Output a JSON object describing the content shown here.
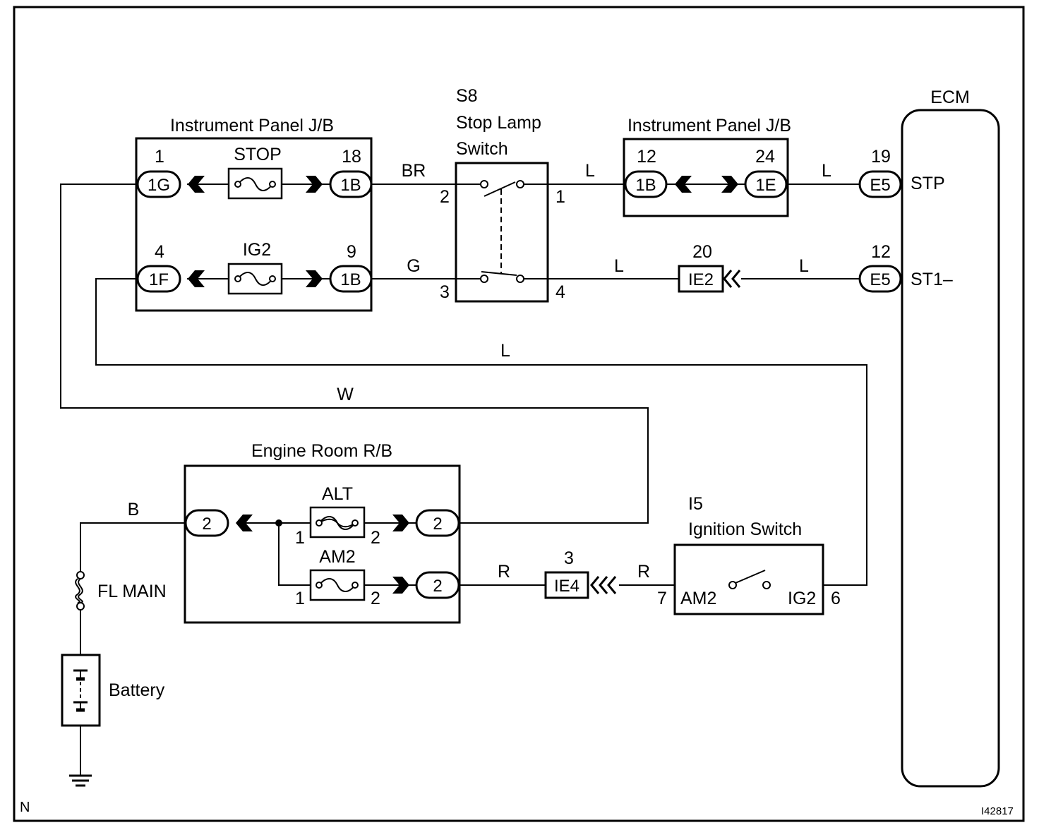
{
  "diagram": {
    "id_corner": "N",
    "figure_code": "I42817",
    "left_jb": {
      "title": "Instrument Panel J/B",
      "pin_1": "1",
      "pin_18": "18",
      "pin_4": "4",
      "pin_9": "9",
      "conn_1g": "1G",
      "conn_1b_top": "1B",
      "conn_1f": "1F",
      "conn_1b_bottom": "1B",
      "fuse_stop": "STOP",
      "fuse_ig2": "IG2"
    },
    "stop_switch": {
      "code": "S8",
      "name_line1": "Stop Lamp",
      "name_line2": "Switch",
      "pin_1": "1",
      "pin_2": "2",
      "pin_3": "3",
      "pin_4": "4"
    },
    "right_jb": {
      "title": "Instrument Panel J/B",
      "pin_12": "12",
      "pin_24": "24",
      "conn_1b": "1B",
      "conn_1e": "1E"
    },
    "ie2": {
      "pin": "20",
      "label": "IE2"
    },
    "ecm": {
      "title": "ECM",
      "pin_19": "19",
      "pin_12": "12",
      "conn_top": "E5",
      "conn_bottom": "E5",
      "signal_stp": "STP",
      "signal_st1": "ST1–"
    },
    "wires": {
      "br": "BR",
      "g": "G",
      "l1": "L",
      "l2": "L",
      "l3": "L",
      "l4": "L",
      "l5": "L",
      "w": "W",
      "b": "B",
      "r1": "R",
      "r2": "R"
    },
    "engine_rb": {
      "title": "Engine Room R/B",
      "conn_in": "2",
      "conn_alt": "2",
      "conn_am2": "2",
      "fuse_alt": "ALT",
      "fuse_am2": "AM2",
      "alt_pin1": "1",
      "alt_pin2": "2",
      "am2_pin1": "1",
      "am2_pin2": "2"
    },
    "ie4": {
      "pin": "3",
      "label": "IE4"
    },
    "ignition": {
      "code": "I5",
      "name": "Ignition Switch",
      "pin_7": "7",
      "pin_6": "6",
      "term_am2": "AM2",
      "term_ig2": "IG2"
    },
    "fl_main": "FL MAIN",
    "battery": "Battery"
  }
}
